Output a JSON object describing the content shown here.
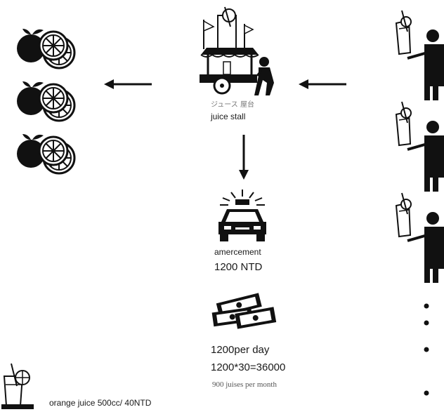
{
  "stall": {
    "label_jp": "ジュース 屋台",
    "label_en": "juice stall"
  },
  "fine": {
    "label": "amercement",
    "amount": "1200 NTD"
  },
  "money": {
    "per_day": "1200per day",
    "per_month_calc": "1200*30=36000",
    "note": "900 juises per month"
  },
  "legend": {
    "label": "orange juice 500cc/ 40NTD"
  },
  "colors": {
    "ink": "#111111",
    "caption": "#555555"
  }
}
